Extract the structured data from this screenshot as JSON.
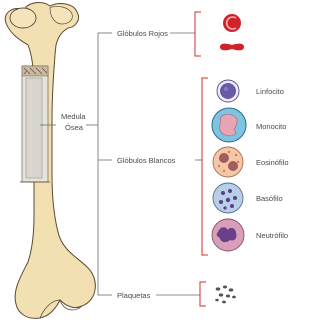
{
  "bone": {
    "label_line1": "Medula",
    "label_line2": "Ósea"
  },
  "branches": {
    "red": "Glóbulos Rojos",
    "white": "Glóbulos Blancos",
    "platelets": "Plaquetas"
  },
  "white_cells": [
    {
      "label": "Linfocito"
    },
    {
      "label": "Monocito"
    },
    {
      "label": "Eosinófilo"
    },
    {
      "label": "Basófilo"
    },
    {
      "label": "Neutrófilo"
    }
  ],
  "colors": {
    "bone_fill": "#f2dfb2",
    "bone_stroke": "#5b4a33",
    "red_cell": "#d0222b",
    "bracket": "#d32c2c",
    "lymphocyte_nucleus": "#6b5aa8",
    "monocyte_cytoplasm": "#7ec3e0",
    "monocyte_nucleus": "#e7a4b4",
    "eosinophil_cytoplasm": "#f4c7a8",
    "basophil_cytoplasm": "#b8cfe8",
    "neutrophil_nucleus": "#6c3f8a",
    "platelet": "#555555"
  }
}
